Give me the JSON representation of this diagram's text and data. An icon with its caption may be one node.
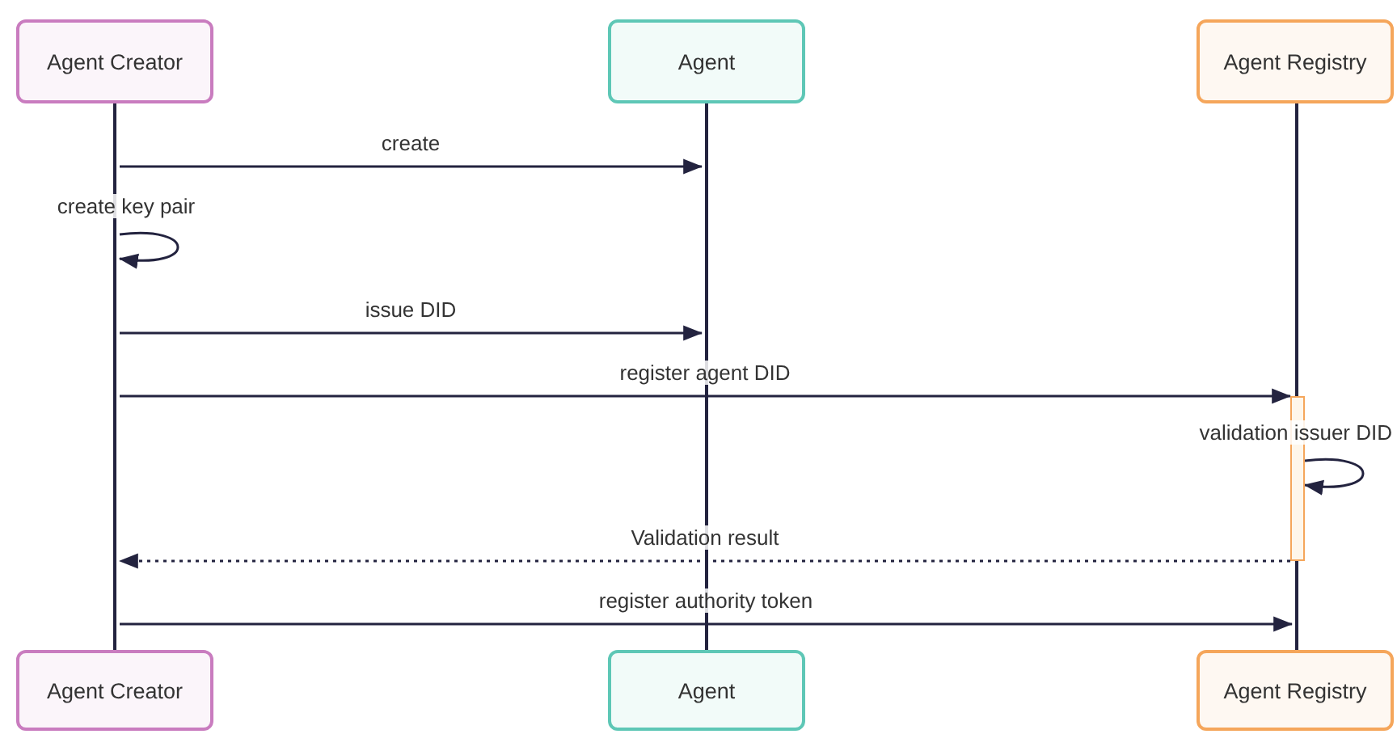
{
  "diagram": {
    "nodes": [
      {
        "text": [
          "Agent Creator"
        ]
      },
      {
        "text": [
          "Agent"
        ]
      },
      {
        "text": [
          "Agent Registry"
        ]
      },
      {
        "text": [],
        "shape": "line"
      },
      {
        "text": [],
        "shape": "line"
      },
      {
        "text": [],
        "shape": "line"
      },
      {
        "text": [],
        "shape": "bar"
      },
      {
        "text": [
          "Agent Creator"
        ]
      },
      {
        "text": [
          "Agent"
        ]
      },
      {
        "text": [
          "Agent Registry"
        ]
      }
    ],
    "edges": [
      {
        "from": 3,
        "to": 4,
        "arrow": "to",
        "label": "create"
      },
      {
        "from": 3,
        "to": 3,
        "arrow": "to",
        "label": "create key pair"
      },
      {
        "from": 3,
        "to": 4,
        "arrow": "to",
        "label": "issue DID"
      },
      {
        "from": 3,
        "to": 6,
        "arrow": "to",
        "label": "register agent DID"
      },
      {
        "from": 6,
        "to": 6,
        "arrow": "to",
        "label": "validation issuer DID"
      },
      {
        "from": 6,
        "to": 3,
        "arrow": "to",
        "label": "Validation result",
        "style": "dashed"
      },
      {
        "from": 3,
        "to": 5,
        "arrow": "to",
        "label": "register authority token"
      }
    ]
  }
}
